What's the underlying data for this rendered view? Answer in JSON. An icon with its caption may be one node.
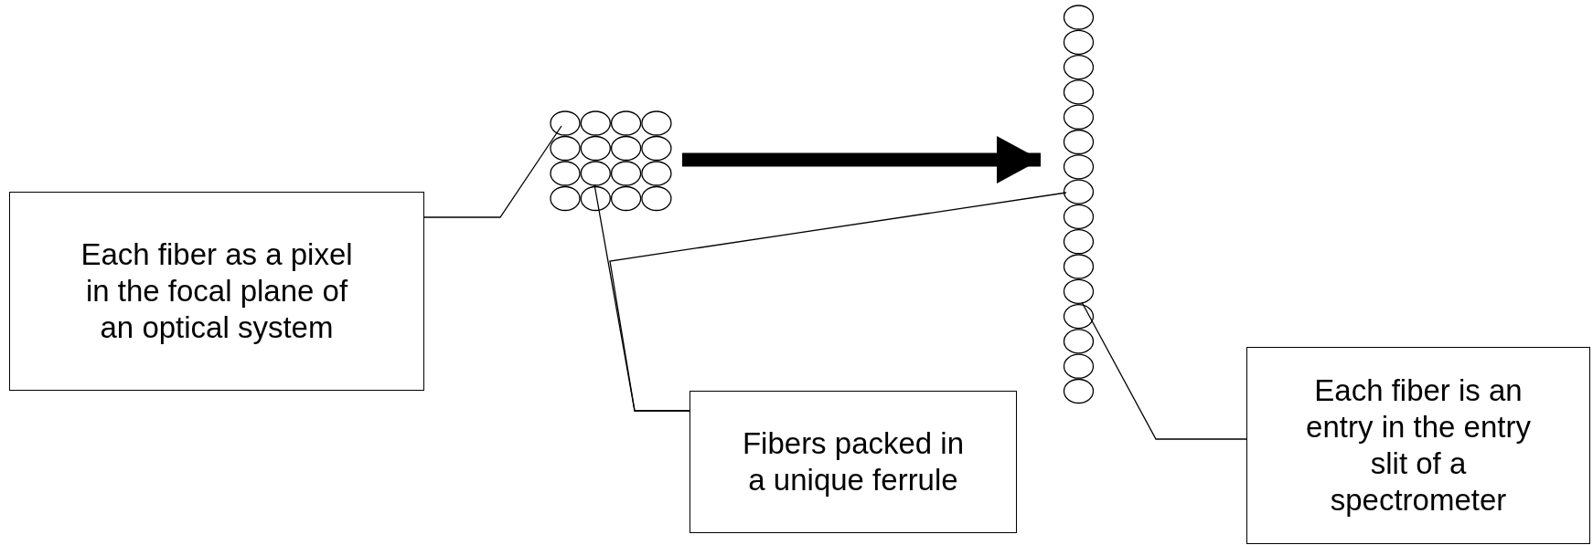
{
  "diagram": {
    "nodes": [
      {
        "text": [
          "Each fiber as a pixel in the focal plane of an optical system"
        ]
      },
      {
        "text": [],
        "shape": "picture"
      },
      {
        "text": [],
        "shape": "picture"
      },
      {
        "text": [
          "Fibers packed in a unique ferrule"
        ]
      },
      {
        "text": [
          "Each fiber is an entry in the entry slit of a spectrometer"
        ]
      }
    ],
    "edges": [
      {
        "from": 0,
        "to": 1,
        "arrow": "none"
      },
      {
        "from": 1,
        "to": 2,
        "arrow": "to",
        "style": "thick"
      },
      {
        "from": 3,
        "to": 1,
        "arrow": "none"
      },
      {
        "from": 3,
        "to": 2,
        "arrow": "none"
      },
      {
        "from": 4,
        "to": 2,
        "arrow": "none"
      }
    ]
  }
}
